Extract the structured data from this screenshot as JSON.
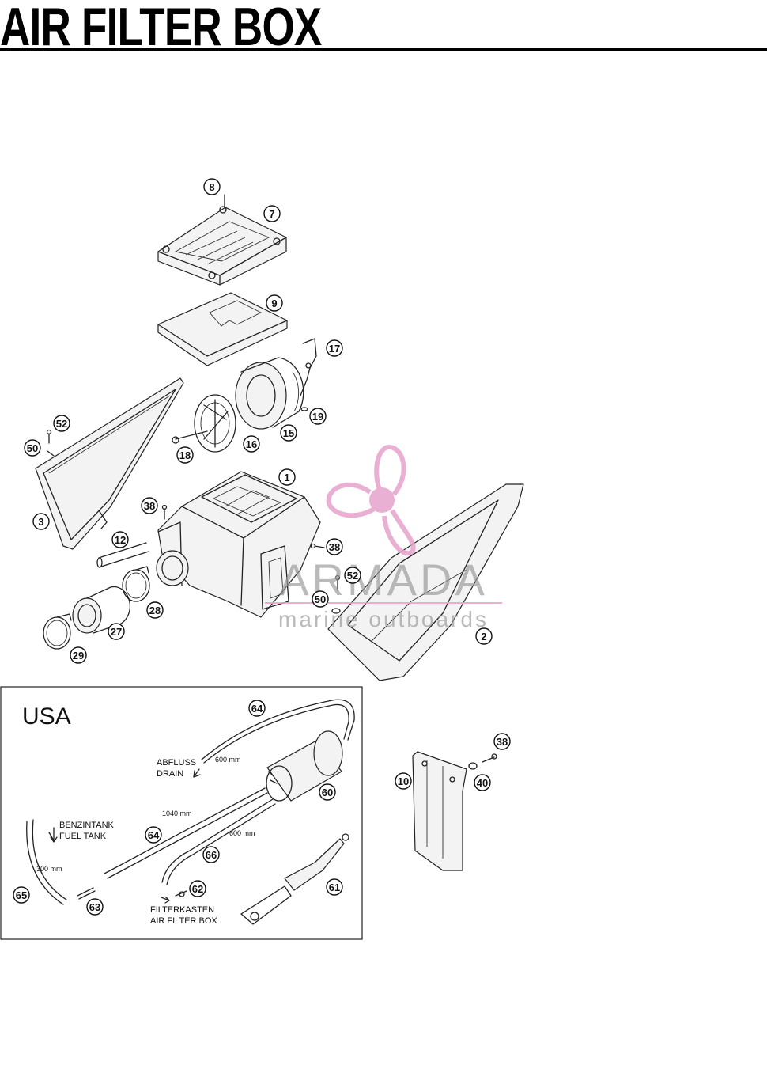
{
  "title": "AIR FILTER BOX",
  "callouts": [
    {
      "id": "c8",
      "label": "8"
    },
    {
      "id": "c7",
      "label": "7"
    },
    {
      "id": "c9",
      "label": "9"
    },
    {
      "id": "c17",
      "label": "17"
    },
    {
      "id": "c52a",
      "label": "52"
    },
    {
      "id": "c50a",
      "label": "50"
    },
    {
      "id": "c19",
      "label": "19"
    },
    {
      "id": "c15",
      "label": "15"
    },
    {
      "id": "c16",
      "label": "16"
    },
    {
      "id": "c18",
      "label": "18"
    },
    {
      "id": "c1",
      "label": "1"
    },
    {
      "id": "c38a",
      "label": "38"
    },
    {
      "id": "c3",
      "label": "3"
    },
    {
      "id": "c12",
      "label": "12"
    },
    {
      "id": "c38b",
      "label": "38"
    },
    {
      "id": "c52b",
      "label": "52"
    },
    {
      "id": "c50b",
      "label": "50"
    },
    {
      "id": "c28",
      "label": "28"
    },
    {
      "id": "c27",
      "label": "27"
    },
    {
      "id": "c29",
      "label": "29"
    },
    {
      "id": "c2",
      "label": "2"
    },
    {
      "id": "c64a",
      "label": "64"
    },
    {
      "id": "c60",
      "label": "60"
    },
    {
      "id": "c64b",
      "label": "64"
    },
    {
      "id": "c66",
      "label": "66"
    },
    {
      "id": "c65",
      "label": "65"
    },
    {
      "id": "c63",
      "label": "63"
    },
    {
      "id": "c62",
      "label": "62"
    },
    {
      "id": "c61",
      "label": "61"
    },
    {
      "id": "c38c",
      "label": "38"
    },
    {
      "id": "c10",
      "label": "10"
    },
    {
      "id": "c40",
      "label": "40"
    }
  ],
  "inset": {
    "region": "USA",
    "drain_de": "ABFLUSS",
    "drain_en": "DRAIN",
    "tank_de": "BENZINTANK",
    "tank_en": "FUEL TANK",
    "box_de": "FILTERKASTEN",
    "box_en": "AIR FILTER BOX",
    "len_drain": "600 mm",
    "len_long": "1040 mm",
    "len_mid": "600 mm",
    "len_short": "300 mm"
  },
  "watermark": {
    "brand": "ARMADA",
    "tagline": "marine outboards",
    "color": "#e7a3cc"
  }
}
